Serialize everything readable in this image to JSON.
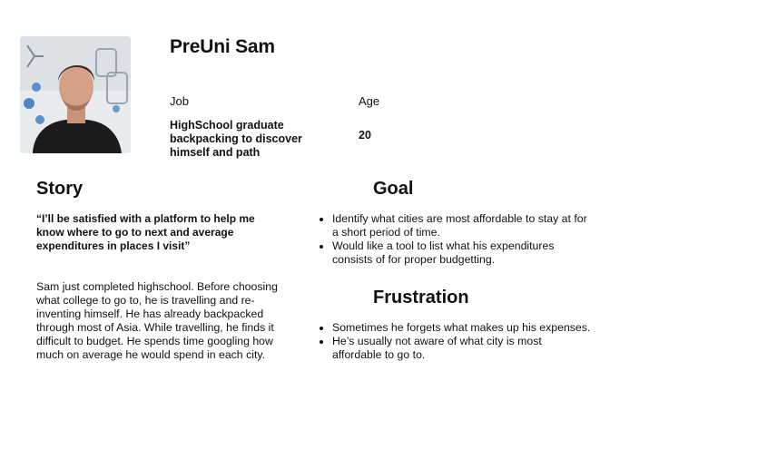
{
  "persona": {
    "name": "PreUni Sam",
    "job_label": "Job",
    "job_value": "HighSchool graduate backpacking to discover himself and path",
    "age_label": "Age",
    "age_value": "20"
  },
  "story": {
    "heading": "Story",
    "quote": "“I’ll be satisfied with a platform to help me know where to go to next and average expenditures in places I visit”",
    "bio": "Sam just completed highschool. Before choosing what college to go to, he is travelling and re-inventing himself. He has already backpacked through most of Asia. While travelling, he finds it difficult to budget. He spends time googling how much on average he would spend in each city."
  },
  "goal": {
    "heading": "Goal",
    "items": [
      "Identify what cities are most affordable to stay at for a short period of time.",
      "Would like a tool to list what his expenditures consists of for proper budgetting."
    ]
  },
  "frustration": {
    "heading": "Frustration",
    "items": [
      "Sometimes he forgets what makes up his expenses.",
      "He’s usually not aware of what city is most affordable to go to."
    ]
  }
}
